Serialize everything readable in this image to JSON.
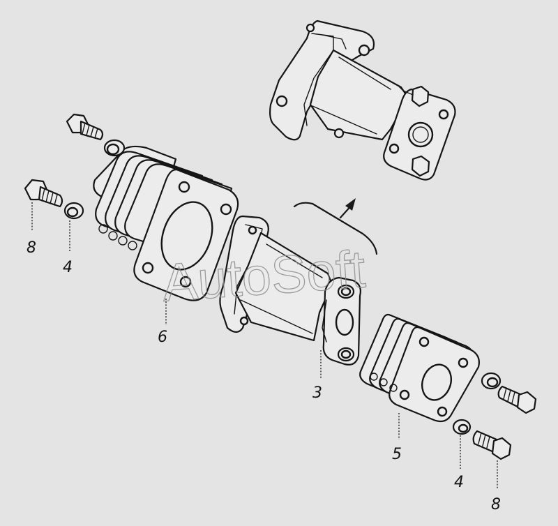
{
  "diagram": {
    "watermark": "AutoSoft",
    "callouts": [
      {
        "id": "c8-left",
        "label": "8"
      },
      {
        "id": "c4-left",
        "label": "4"
      },
      {
        "id": "c6",
        "label": "6"
      },
      {
        "id": "c3",
        "label": "3"
      },
      {
        "id": "c5",
        "label": "5"
      },
      {
        "id": "c4-right",
        "label": "4"
      },
      {
        "id": "c8-right",
        "label": "8"
      }
    ]
  }
}
